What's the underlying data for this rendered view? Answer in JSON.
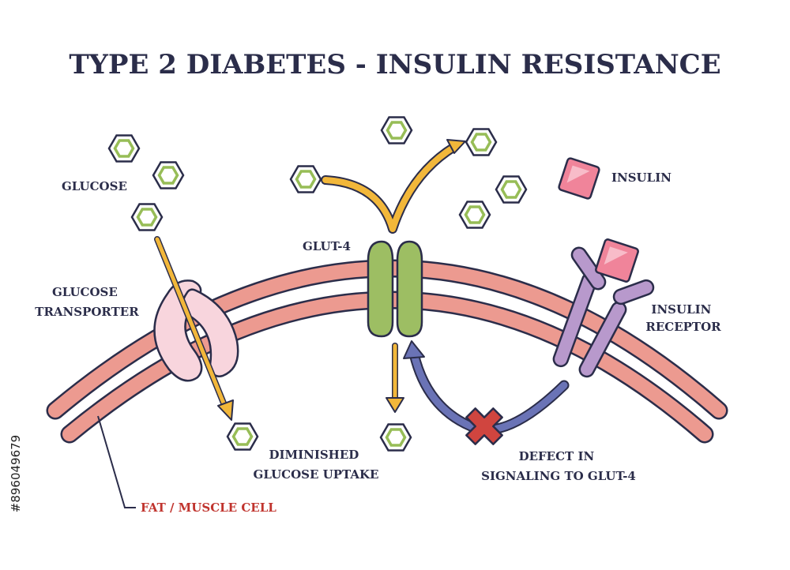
{
  "title": "TYPE 2 DIABETES - INSULIN RESISTANCE",
  "labels": {
    "glucose": "GLUCOSE",
    "glucose_transporter": [
      "GLUCOSE",
      "TRANSPORTER"
    ],
    "glut4": "GLUT-4",
    "insulin": "INSULIN",
    "insulin_receptor": [
      "INSULIN",
      "RECEPTOR"
    ],
    "diminished_uptake": [
      "DIMINISHED",
      "GLUCOSE UPTAKE"
    ],
    "defect": [
      "DEFECT IN",
      "SIGNALING TO GLUT-4"
    ],
    "cell": "FAT / MUSCLE CELL"
  },
  "stock_id": "#896049679",
  "colors": {
    "membrane": "#ec9a90",
    "transporter": "#f8d5dd",
    "glut4": "#9dbe63",
    "receptor": "#b899cc",
    "insulin": "#f0849a",
    "glucose": "#97bd57",
    "arrow": "#f2b73a",
    "signal": "#6a73b6",
    "defect": "#d0453f",
    "outline": "#2b2d4a"
  },
  "icons": [
    "glucose-hexagon-icon",
    "insulin-crystal-icon",
    "defect-x-icon"
  ]
}
